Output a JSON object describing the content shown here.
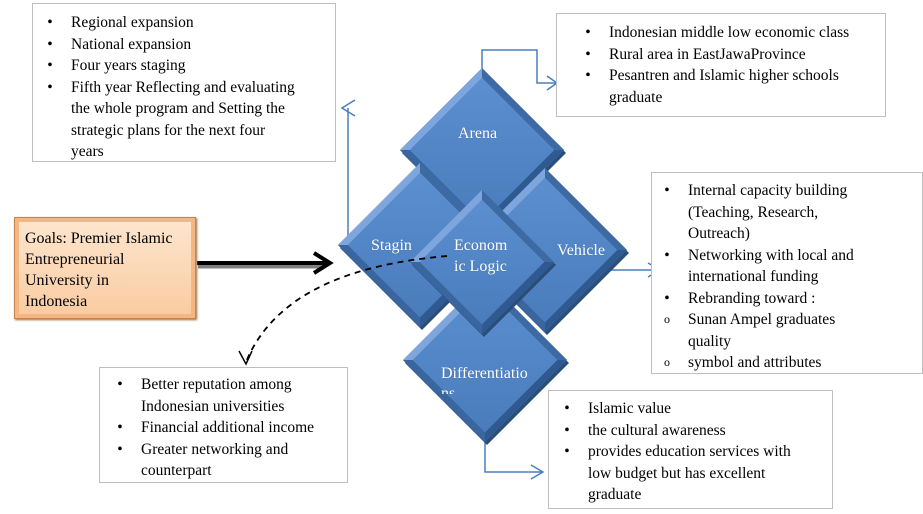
{
  "diagram": {
    "goal": {
      "text": "Goals: Premier Islamic Entrepreneurial University in Indonesia",
      "lines": [
        "Goals: Premier Islamic",
        "Entrepreneurial",
        "University in",
        "Indonesia"
      ]
    },
    "diamonds": {
      "arena": "Arena",
      "staging": "Stagin",
      "economic_logic_line1": "Econom",
      "economic_logic_line2": "ic Logic",
      "vehicle": "Vehicle",
      "differentiation_line1": "Differentiatio",
      "differentiation_line2": "ns"
    },
    "staging_box": {
      "items": [
        {
          "bullet": "•",
          "text": "Regional expansion"
        },
        {
          "bullet": "•",
          "text": "National expansion"
        },
        {
          "bullet": "•",
          "text": "Four years staging"
        },
        {
          "bullet": "•",
          "lines": [
            "Fifth year Reflecting and evaluating",
            "the whole program and Setting the",
            "strategic plans for the next four",
            "years"
          ]
        }
      ]
    },
    "arena_box": {
      "items": [
        {
          "bullet": "•",
          "text": "Indonesian middle low economic class"
        },
        {
          "bullet": "•",
          "text": "Rural area in EastJawaProvince"
        },
        {
          "bullet": "•",
          "lines": [
            "Pesantren and Islamic higher schools",
            "graduate"
          ]
        }
      ]
    },
    "vehicle_box": {
      "items": [
        {
          "bullet": "•",
          "lines": [
            "Internal capacity building",
            "(Teaching, Research,",
            "Outreach)"
          ]
        },
        {
          "bullet": "•",
          "lines": [
            "Networking with local and",
            "international funding"
          ]
        },
        {
          "bullet": "•",
          "text": "Rebranding toward :"
        },
        {
          "bullet": "o",
          "lines": [
            "Sunan Ampel graduates",
            "quality"
          ]
        },
        {
          "bullet": "o",
          "text": "symbol and attributes"
        }
      ]
    },
    "outcome_box": {
      "items": [
        {
          "bullet": "•",
          "lines": [
            "Better reputation among",
            "Indonesian universities"
          ]
        },
        {
          "bullet": "•",
          "text": "Financial additional income"
        },
        {
          "bullet": "•",
          "lines": [
            "Greater networking and",
            "counterpart"
          ]
        }
      ]
    },
    "differentiation_box": {
      "items": [
        {
          "bullet": "•",
          "text": "Islamic value"
        },
        {
          "bullet": "•",
          "text": "the cultural awareness"
        },
        {
          "bullet": "•",
          "lines": [
            "provides education services with",
            "low budget but has excellent",
            "graduate"
          ]
        }
      ]
    },
    "colors": {
      "diamond_fill": "#4f81bd",
      "diamond_highlight": "#7ea6dc",
      "diamond_shadow": "#2a4d7a",
      "connector": "#4a7ebb",
      "goal_fill": "#fbd4b4",
      "goal_border": "#c8834a",
      "box_border": "#bfbfbf"
    }
  }
}
